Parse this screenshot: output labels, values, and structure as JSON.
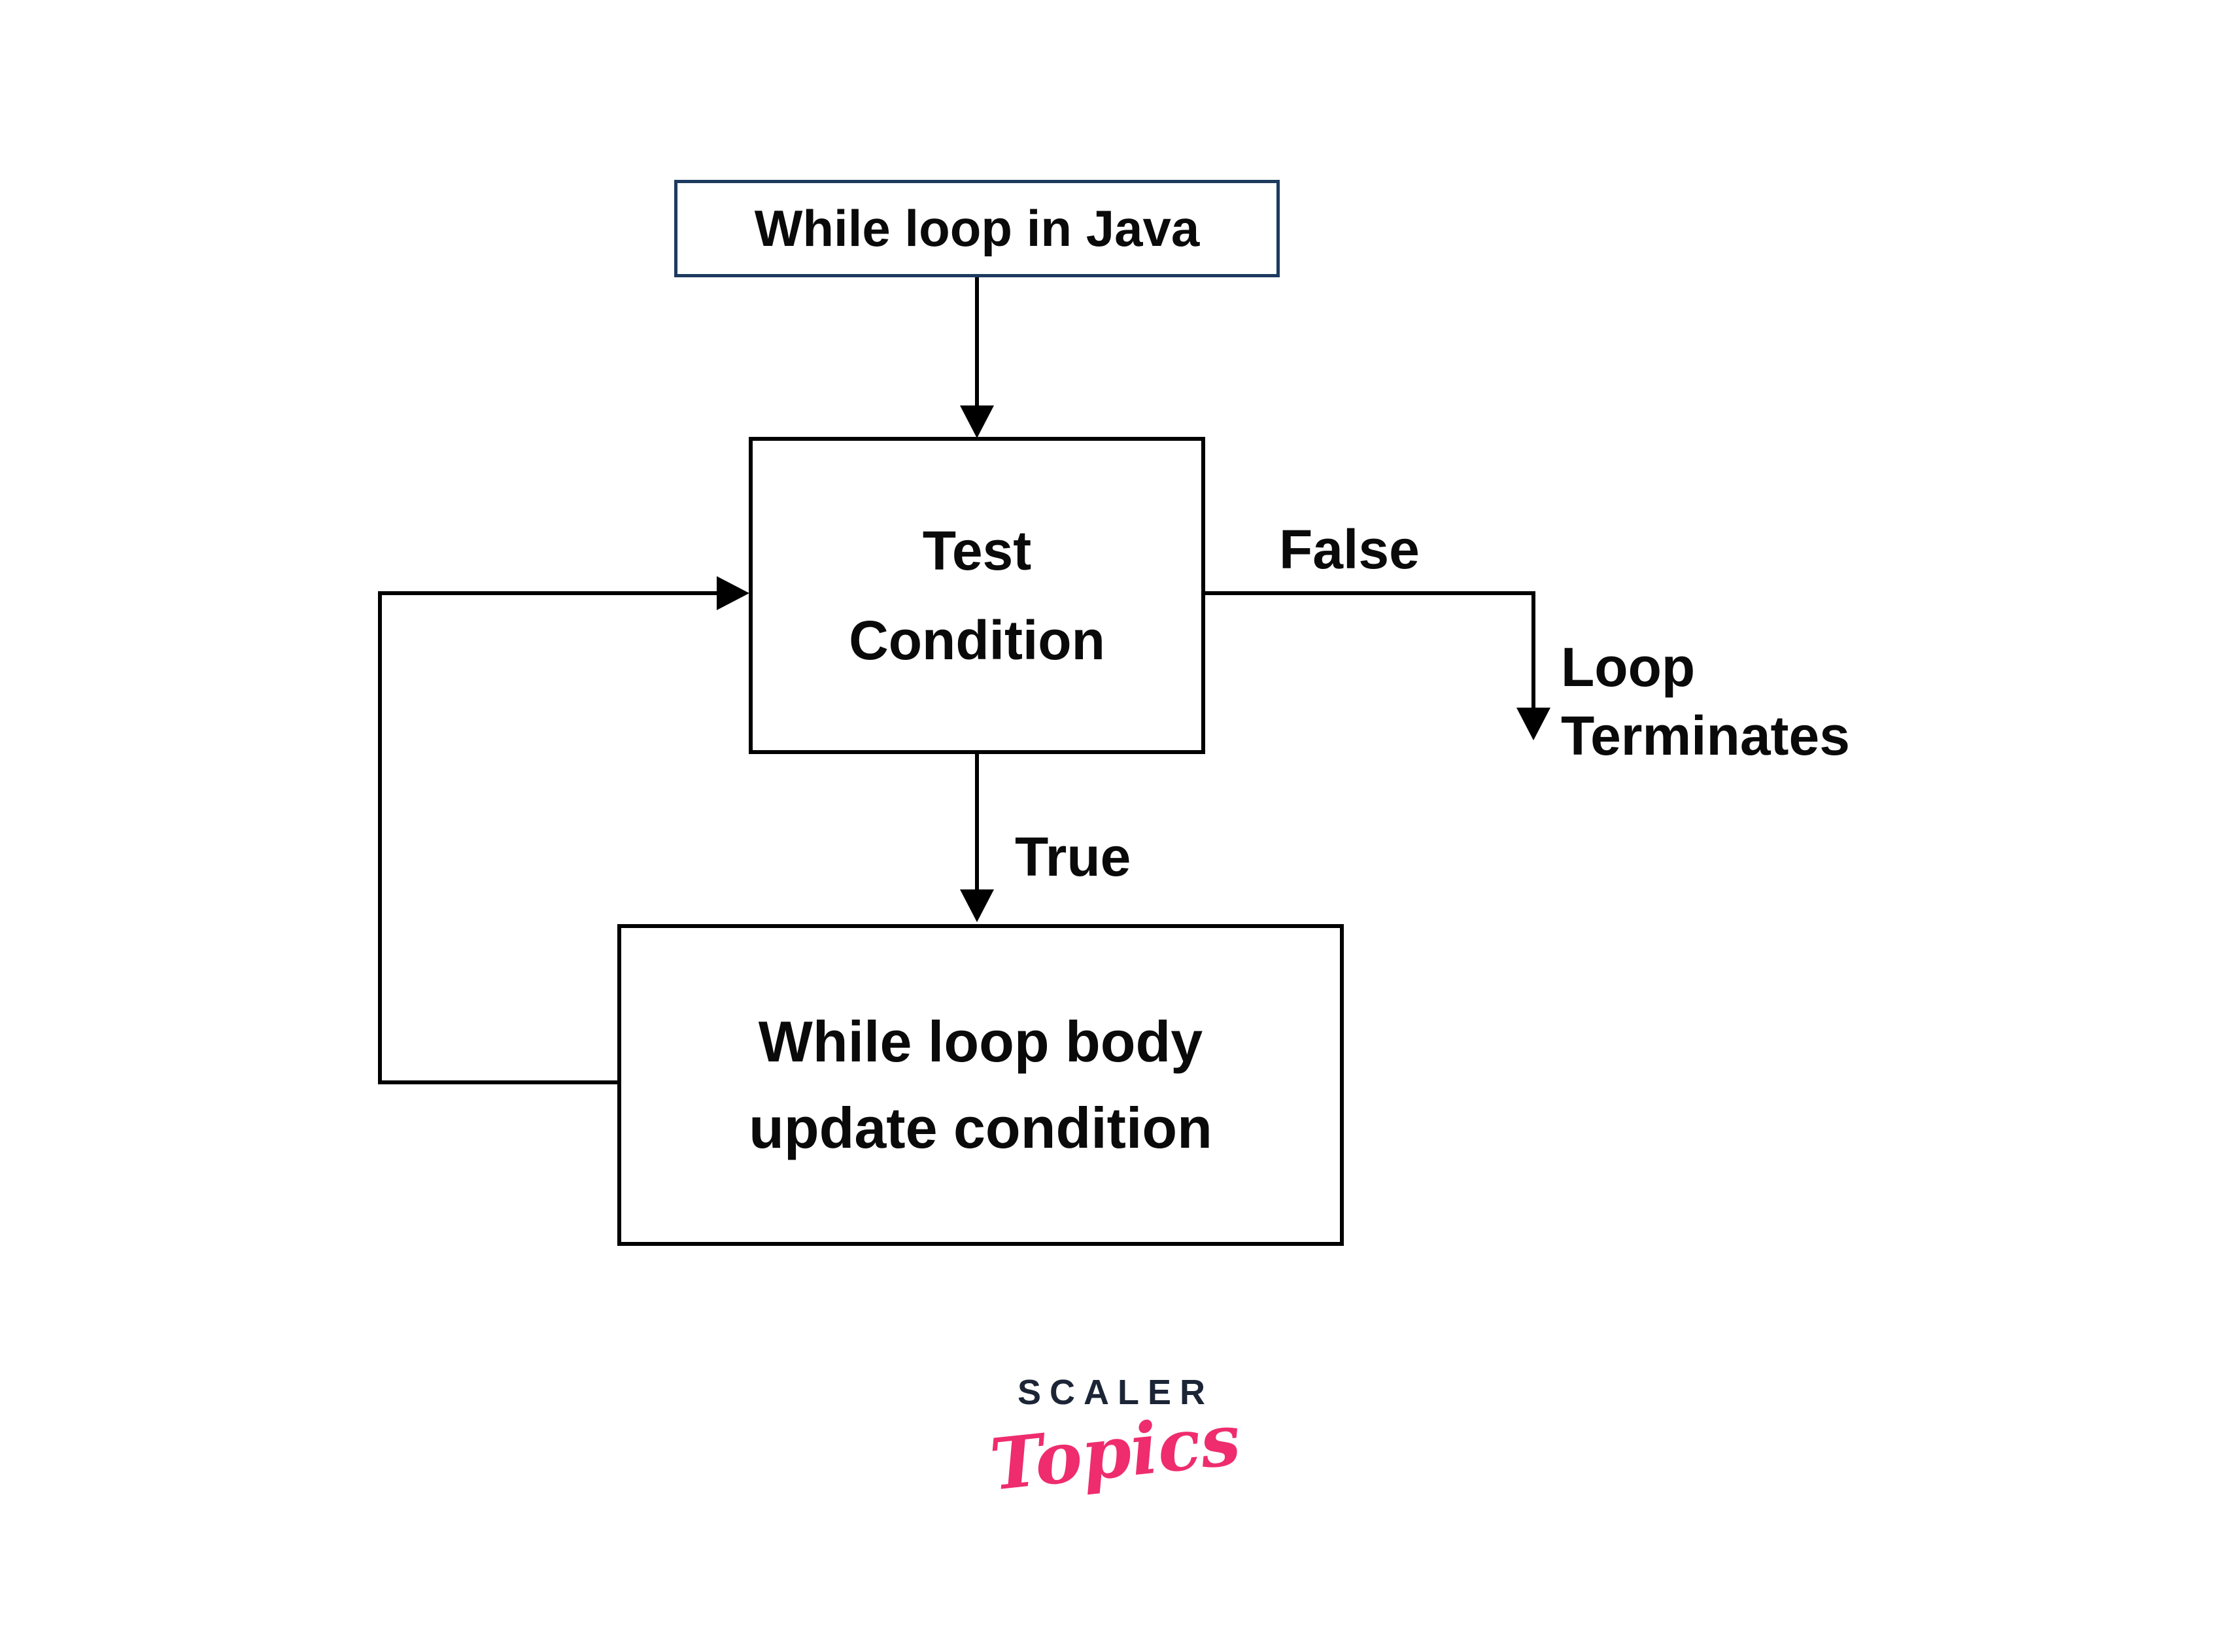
{
  "diagram": {
    "title_box": {
      "text": "While loop in Java",
      "border_color": "#1d3a5f"
    },
    "condition_box": {
      "lines": [
        "Test",
        "Condition"
      ]
    },
    "body_box": {
      "lines": [
        "While loop body",
        "update condition"
      ]
    },
    "labels": {
      "false": "False",
      "true": "True",
      "terminates_lines": [
        "Loop",
        "Terminates"
      ]
    },
    "line_color": "#000000"
  },
  "logo": {
    "brand": "SCALER",
    "sub": "Topics",
    "brand_color": "#1b2536",
    "sub_color": "#ee2c6e"
  }
}
